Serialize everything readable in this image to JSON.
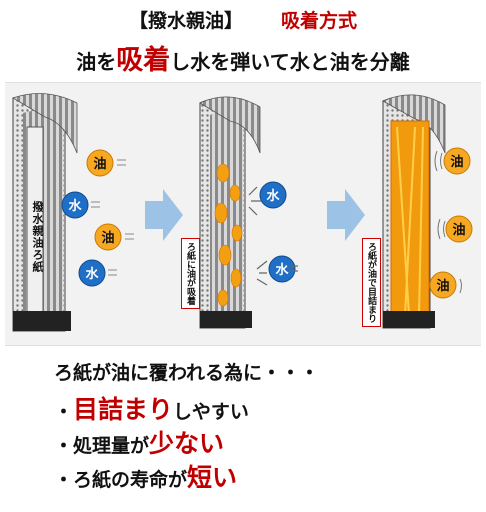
{
  "header": {
    "title_type": "【撥水親油】",
    "title_method": "吸着方式",
    "subtitle_pre": "油を",
    "subtitle_em": "吸着",
    "subtitle_post": "し水を弾いて水と油を分離"
  },
  "diagram": {
    "filter_label": "撥水親油ろ紙",
    "oil": "油",
    "water": "水",
    "stage2_label": "ろ紙に油が吸着",
    "stage3_label": "ろ紙が油で目詰まり",
    "colors": {
      "oil": "#f7a823",
      "water": "#1f6fc6",
      "accent": "#c00000",
      "arrow": "#9cc3e6"
    }
  },
  "conclusion": {
    "intro": "ろ紙が油に覆われる為に・・・",
    "items": [
      {
        "pre": "・",
        "em": "目詰まり",
        "post": "しやすい"
      },
      {
        "pre": "・処理量が",
        "em": "少ない",
        "post": ""
      },
      {
        "pre": "・ろ紙の寿命が",
        "em": "短い",
        "post": ""
      }
    ]
  }
}
